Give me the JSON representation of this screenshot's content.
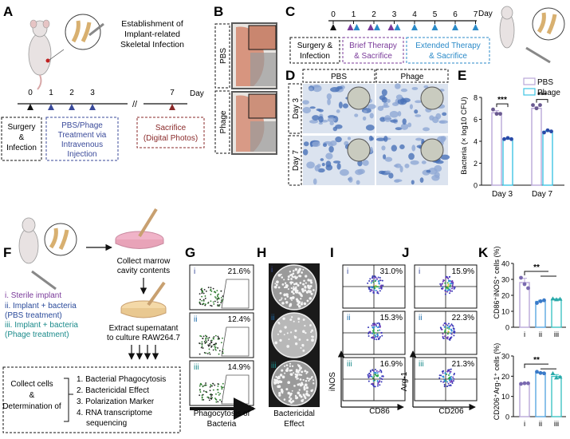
{
  "panels": {
    "A": {
      "letter": "A",
      "title_l1": "Establishment of",
      "title_l2": "Implant-related",
      "title_l3": "Skeletal Infection",
      "day_label": "Day",
      "days": [
        "0",
        "1",
        "2",
        "3",
        "7"
      ],
      "break_mark": "//",
      "box_surgery": [
        "Surgery",
        "&",
        "Infection"
      ],
      "box_treatment": [
        "PBS/Phage",
        "Treatment via",
        "Intravenous",
        "Injection"
      ],
      "box_sacrifice": [
        "Sacrifice",
        "(Digital Photos)"
      ],
      "colors": {
        "treatment": "#3a4a9a",
        "sacrifice": "#8a2a2a"
      }
    },
    "B": {
      "letter": "B",
      "label_top": "PBS",
      "label_bottom": "Phage"
    },
    "C": {
      "letter": "C",
      "day_label": "Day",
      "days": [
        "0",
        "1",
        "2",
        "3",
        "4",
        "5",
        "6",
        "7"
      ],
      "box_surgery": [
        "Surgery &",
        "Infection"
      ],
      "box_brief": [
        "Brief Therapy",
        "& Sacrifice"
      ],
      "box_extended": [
        "Extended Therapy",
        "& Sacrifice"
      ],
      "colors": {
        "brief": "#7a3a9a",
        "extended": "#2a8ac8"
      }
    },
    "D": {
      "letter": "D",
      "col1": "PBS",
      "col2": "Phage",
      "row1": "Day 3",
      "row2": "Day 7"
    },
    "E": {
      "letter": "E",
      "legend_pbs": "PBS",
      "legend_phage": "Phage",
      "sig1": "***",
      "sig2": "***",
      "colors": {
        "pbs": "#b9a7d8",
        "phage": "#40c4e4"
      }
    },
    "F": {
      "letter": "F",
      "item1": "i. Sterile implant",
      "item2": "ii. Implant + bacteria",
      "item2b": "(PBS treatment)",
      "item3": "iii. Implant + bacteria",
      "item3b": "(Phage treatment)",
      "collect_l1": "Collect marrow",
      "collect_l2": "cavity contents",
      "extract_l1": "Extract supernatant",
      "extract_l2": "to culture RAW264.7",
      "box_left_l1": "Collect cells",
      "box_left_l2": "&",
      "box_left_l3": "Determination of",
      "list": [
        "1. Bacterial Phagocytosis",
        "2. Bactericidal Effect",
        "3. Polarization Marker",
        "4. RNA transcriptome",
        "sequencing"
      ],
      "colors": {
        "item1": "#7a3a9a",
        "item2": "#2a4a9a",
        "item3": "#1a8a8a"
      }
    },
    "G": {
      "letter": "G",
      "romans": [
        "i",
        "ii",
        "iii"
      ],
      "pcts": [
        "21.6%",
        "12.4%",
        "14.9%"
      ],
      "xlabel_l1": "Phagocytosis of",
      "xlabel_l2": "Bacteria"
    },
    "H": {
      "letter": "H",
      "romans": [
        "i",
        "ii",
        "iii"
      ],
      "xlabel_l1": "Bactericidal",
      "xlabel_l2": "Effect"
    },
    "I": {
      "letter": "I",
      "romans": [
        "i",
        "ii",
        "iii"
      ],
      "pcts": [
        "31.0%",
        "15.3%",
        "16.9%"
      ],
      "ylabel": "iNOS",
      "xlabel": "CD86"
    },
    "J": {
      "letter": "J",
      "romans": [
        "i",
        "ii",
        "iii"
      ],
      "pcts": [
        "15.9%",
        "22.3%",
        "21.3%"
      ],
      "ylabel": "Arg-1",
      "xlabel": "CD206"
    },
    "K": {
      "letter": "K",
      "sig_top": "**",
      "sig_bottom": "**"
    }
  },
  "chart_data": [
    {
      "type": "bar",
      "categories": [
        "Day 3",
        "Day 7"
      ],
      "series": [
        {
          "name": "PBS",
          "values": [
            6.6,
            7.0
          ],
          "points": [
            [
              6.9,
              6.5,
              6.5
            ],
            [
              7.3,
              7.0,
              7.3
            ]
          ]
        },
        {
          "name": "Phage",
          "values": [
            4.2,
            4.9
          ],
          "points": [
            [
              4.2,
              4.3,
              4.2
            ],
            [
              4.8,
              5.0,
              4.9
            ]
          ]
        }
      ],
      "ylabel": "Bacteria (× log10 CFU)",
      "ylim": [
        0,
        8
      ],
      "yticks": [
        "0",
        "2",
        "4",
        "6",
        "8"
      ],
      "sig": [
        "***",
        "***"
      ]
    },
    {
      "type": "bar",
      "categories": [
        "i",
        "ii",
        "iii"
      ],
      "values": [
        28.0,
        16.2,
        17.6
      ],
      "points": [
        [
          31.0,
          27.0,
          24.5
        ],
        [
          15.2,
          16.3,
          16.9
        ],
        [
          17.8,
          17.3,
          17.6
        ]
      ],
      "ylabel": "CD86⁺iNOS⁺ cells (%)",
      "ylim": [
        0,
        40
      ],
      "yticks": [
        "0",
        "10",
        "20",
        "30",
        "40"
      ],
      "sig": "**"
    },
    {
      "type": "bar",
      "categories": [
        "i",
        "ii",
        "iii"
      ],
      "values": [
        16.4,
        21.6,
        19.9
      ],
      "points": [
        [
          16.2,
          16.5,
          16.5
        ],
        [
          22.2,
          21.6,
          21.4
        ],
        [
          21.3,
          19.2,
          19.6
        ]
      ],
      "ylabel": "CD206⁺Arg-1⁺ cells (%)",
      "ylim": [
        0,
        30
      ],
      "yticks": [
        "0",
        "10",
        "20",
        "30"
      ],
      "sig": "**"
    }
  ]
}
